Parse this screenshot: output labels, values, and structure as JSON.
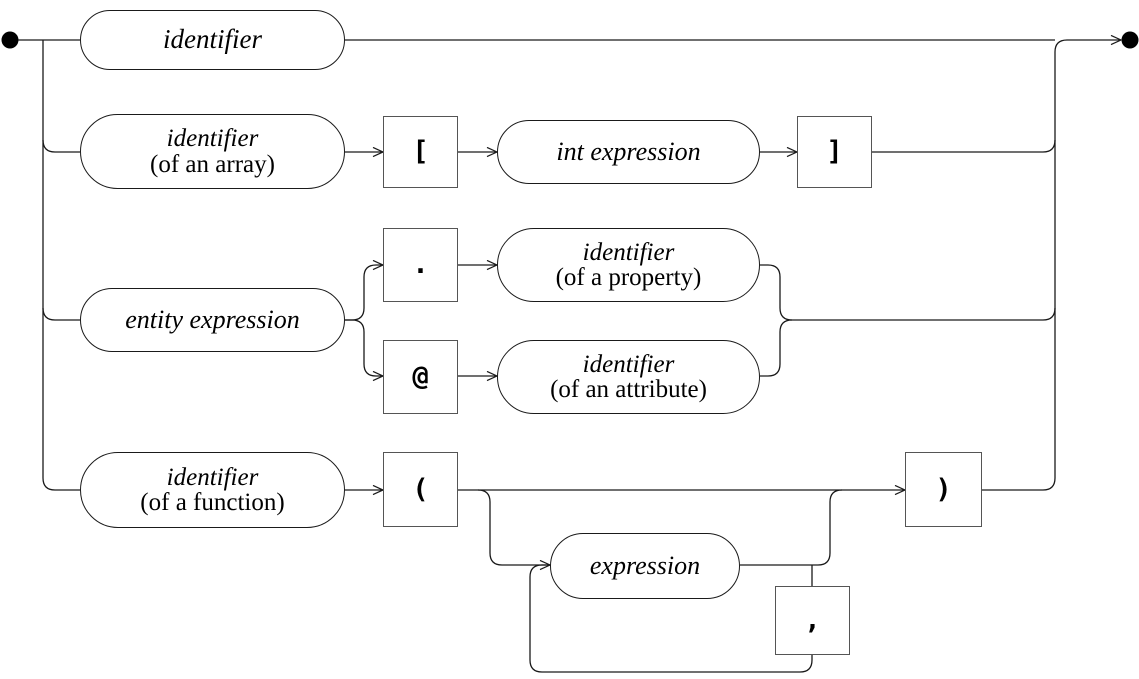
{
  "diagram": {
    "type": "railroad-syntax-diagram",
    "title": "expression",
    "stroke_color": "#1a1a1a",
    "box_stroke_color": "#555555",
    "background": "#ffffff",
    "start_marker": "filled-dot",
    "end_marker": "filled-dot"
  },
  "nodes": {
    "identifier": {
      "line1": "identifier",
      "line2": ""
    },
    "identifier_array": {
      "line1": "identifier",
      "line2": "(of an array)"
    },
    "bracket_open": {
      "text": "["
    },
    "int_expression": {
      "line1": "int expression",
      "line2": ""
    },
    "bracket_close": {
      "text": "]"
    },
    "entity_expression": {
      "line1": "entity expression",
      "line2": ""
    },
    "dot": {
      "text": "."
    },
    "identifier_property": {
      "line1": "identifier",
      "line2": "(of a property)"
    },
    "at": {
      "text": "@"
    },
    "identifier_attribute": {
      "line1": "identifier",
      "line2": "(of an attribute)"
    },
    "identifier_function": {
      "line1": "identifier",
      "line2": "(of a function)"
    },
    "paren_open": {
      "text": "("
    },
    "expression": {
      "line1": "expression",
      "line2": ""
    },
    "comma": {
      "text": ","
    },
    "paren_close": {
      "text": ")"
    }
  },
  "branches": [
    {
      "id": "branch-identifier",
      "label": "identifier"
    },
    {
      "id": "branch-array-index",
      "label": "identifier (of an array) [ int expression ]"
    },
    {
      "id": "branch-entity-member",
      "label": "entity expression . identifier (of a property) | @ identifier (of an attribute)"
    },
    {
      "id": "branch-function-call",
      "label": "identifier (of a function) ( expression , ... )"
    }
  ]
}
